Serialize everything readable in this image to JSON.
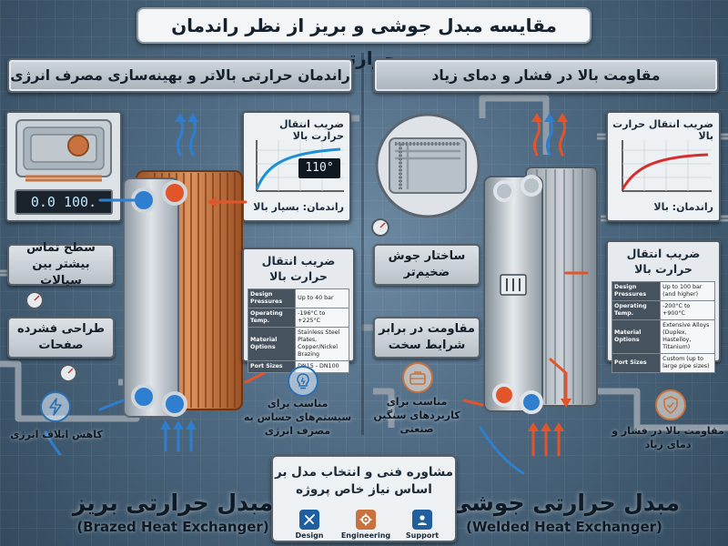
{
  "title": "مقایسه مبدل جوشی و بریز از نظر راندمان حرارتی",
  "left": {
    "header": "راندمان حرارتی بالاتر و بهینه‌سازی مصرف انرژی",
    "display_value": "0.0 100.",
    "chart": {
      "label": "ضریب انتقال حرارت بالا",
      "readout": "110°",
      "caption": "راندمان: بسیار بالا"
    },
    "callouts": [
      "سطح تماس بیشتر بین سیالات",
      "طراحی فشرده صفحات"
    ],
    "spec": {
      "heading": "ضریب انتقال حرارت بالا",
      "rows": [
        {
          "k": "Design Pressures",
          "v": "Up to 40 bar"
        },
        {
          "k": "Operating Temp.",
          "v": "-196°C to +225°C"
        },
        {
          "k": "Material Options",
          "v": "Stainless Steel Plates, Copper/Nickel Brazing"
        },
        {
          "k": "Port Sizes",
          "v": "DN15 - DN100"
        }
      ]
    },
    "suit_note": "مناسب برای سیستم‌های حساس به مصرف انرژی",
    "energy_note": "کاهش اتلاف انرژی",
    "name": "مبدل حرارتی بریز",
    "name_en": "(Brazed Heat Exchanger)"
  },
  "right": {
    "header": "مقاومت بالا در فشار و دمای زیاد",
    "chart": {
      "label": "ضریب انتقال حرارت بالا",
      "caption": "راندمان: بالا"
    },
    "callouts": [
      "ساختار جوش ضخیم‌تر",
      "مقاومت در برابر شرایط سخت"
    ],
    "spec": {
      "heading": "ضریب انتقال حرارت بالا",
      "rows": [
        {
          "k": "Design Pressures",
          "v": "Up to 100 bar (and higher)"
        },
        {
          "k": "Operating Temp.",
          "v": "-200°C to +900°C"
        },
        {
          "k": "Material Options",
          "v": "Extensive Alloys (Duplex, Hastelloy, Titanium)"
        },
        {
          "k": "Port Sizes",
          "v": "Custom (up to large pipe sizes)"
        }
      ]
    },
    "industrial_note": "مناسب برای کاربردهای سنگین صنعتی",
    "pressure_note": "مقاومت بالا در فشار و دمای زیاد",
    "name": "مبدل حرارتی جوشی",
    "name_en": "(Welded Heat Exchanger)"
  },
  "consult": {
    "text": "مشاوره فنی و انتخاب مدل بر اساس نیاز خاص پروژه",
    "services": [
      "Design",
      "Engineering",
      "Support"
    ]
  },
  "colors": {
    "hot": "#e2552a",
    "cold": "#2f7fd0",
    "copper": "#c8733f",
    "steel": "#b5bec6",
    "chart_left": "#1c8fd6",
    "chart_right": "#d62d2d"
  }
}
